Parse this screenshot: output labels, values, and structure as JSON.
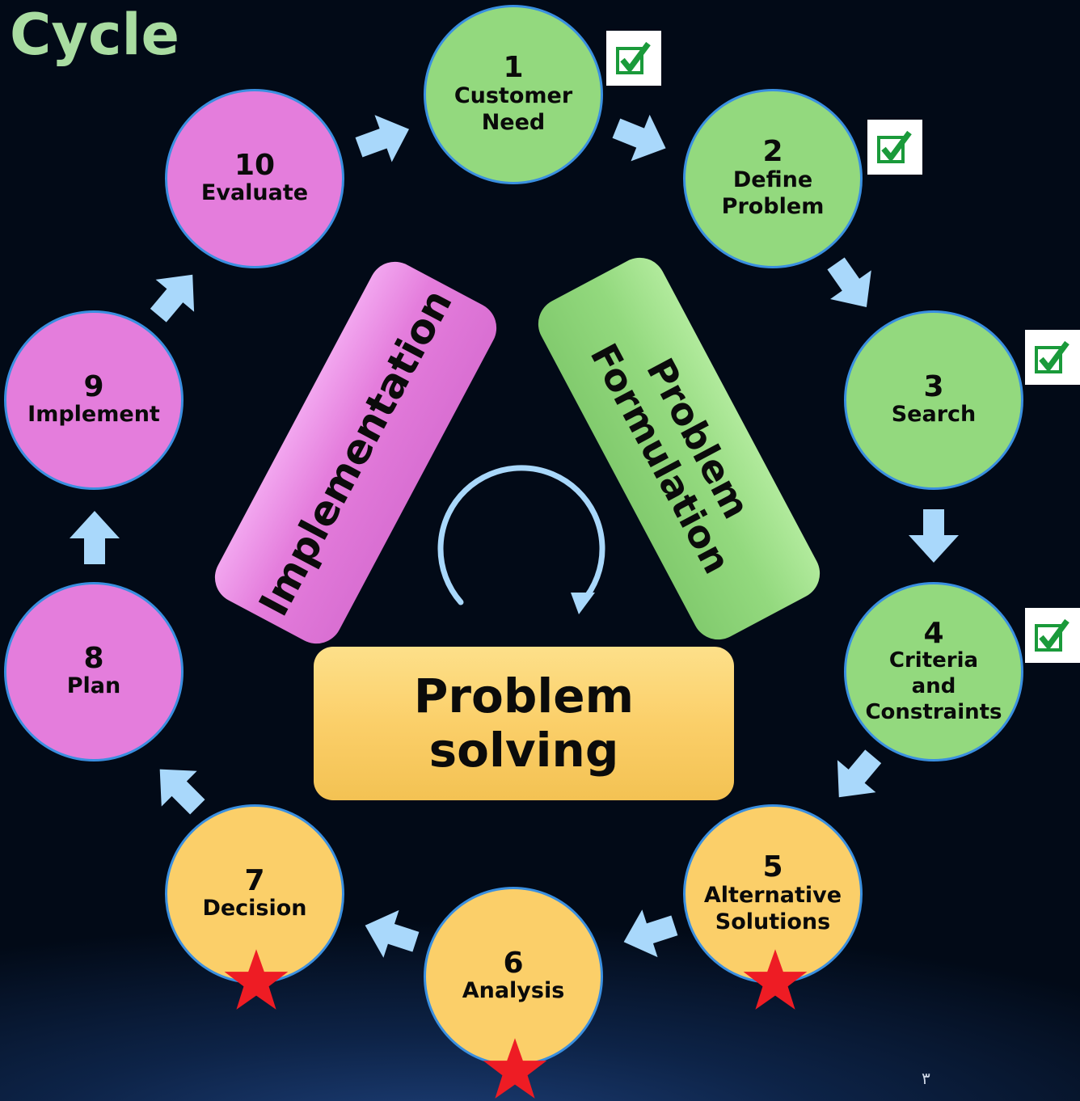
{
  "title": "Cycle",
  "center": {
    "implementation": "Implementation",
    "formulation": "Problem\nFormulation",
    "solving": "Problem\nsolving"
  },
  "steps": [
    {
      "num": "1",
      "label": "Customer\nNeed",
      "color": "green",
      "checked": true
    },
    {
      "num": "2",
      "label": "Define\nProblem",
      "color": "green",
      "checked": true
    },
    {
      "num": "3",
      "label": "Search",
      "color": "green",
      "checked": true
    },
    {
      "num": "4",
      "label": "Criteria\nand\nConstraints",
      "color": "green",
      "checked": true
    },
    {
      "num": "5",
      "label": "Alternative\nSolutions",
      "color": "yellow",
      "starred": true
    },
    {
      "num": "6",
      "label": "Analysis",
      "color": "yellow",
      "starred": true
    },
    {
      "num": "7",
      "label": "Decision",
      "color": "yellow",
      "starred": true
    },
    {
      "num": "8",
      "label": "Plan",
      "color": "pink"
    },
    {
      "num": "9",
      "label": "Implement",
      "color": "pink"
    },
    {
      "num": "10",
      "label": "Evaluate",
      "color": "pink"
    }
  ],
  "colors": {
    "green": "#93d97e",
    "pink": "#e47ddc",
    "yellow": "#fbcf69",
    "arrow": "#a9d8fb",
    "star": "#ee1c24",
    "check": "#1a9a3a"
  },
  "page_number": "٣"
}
